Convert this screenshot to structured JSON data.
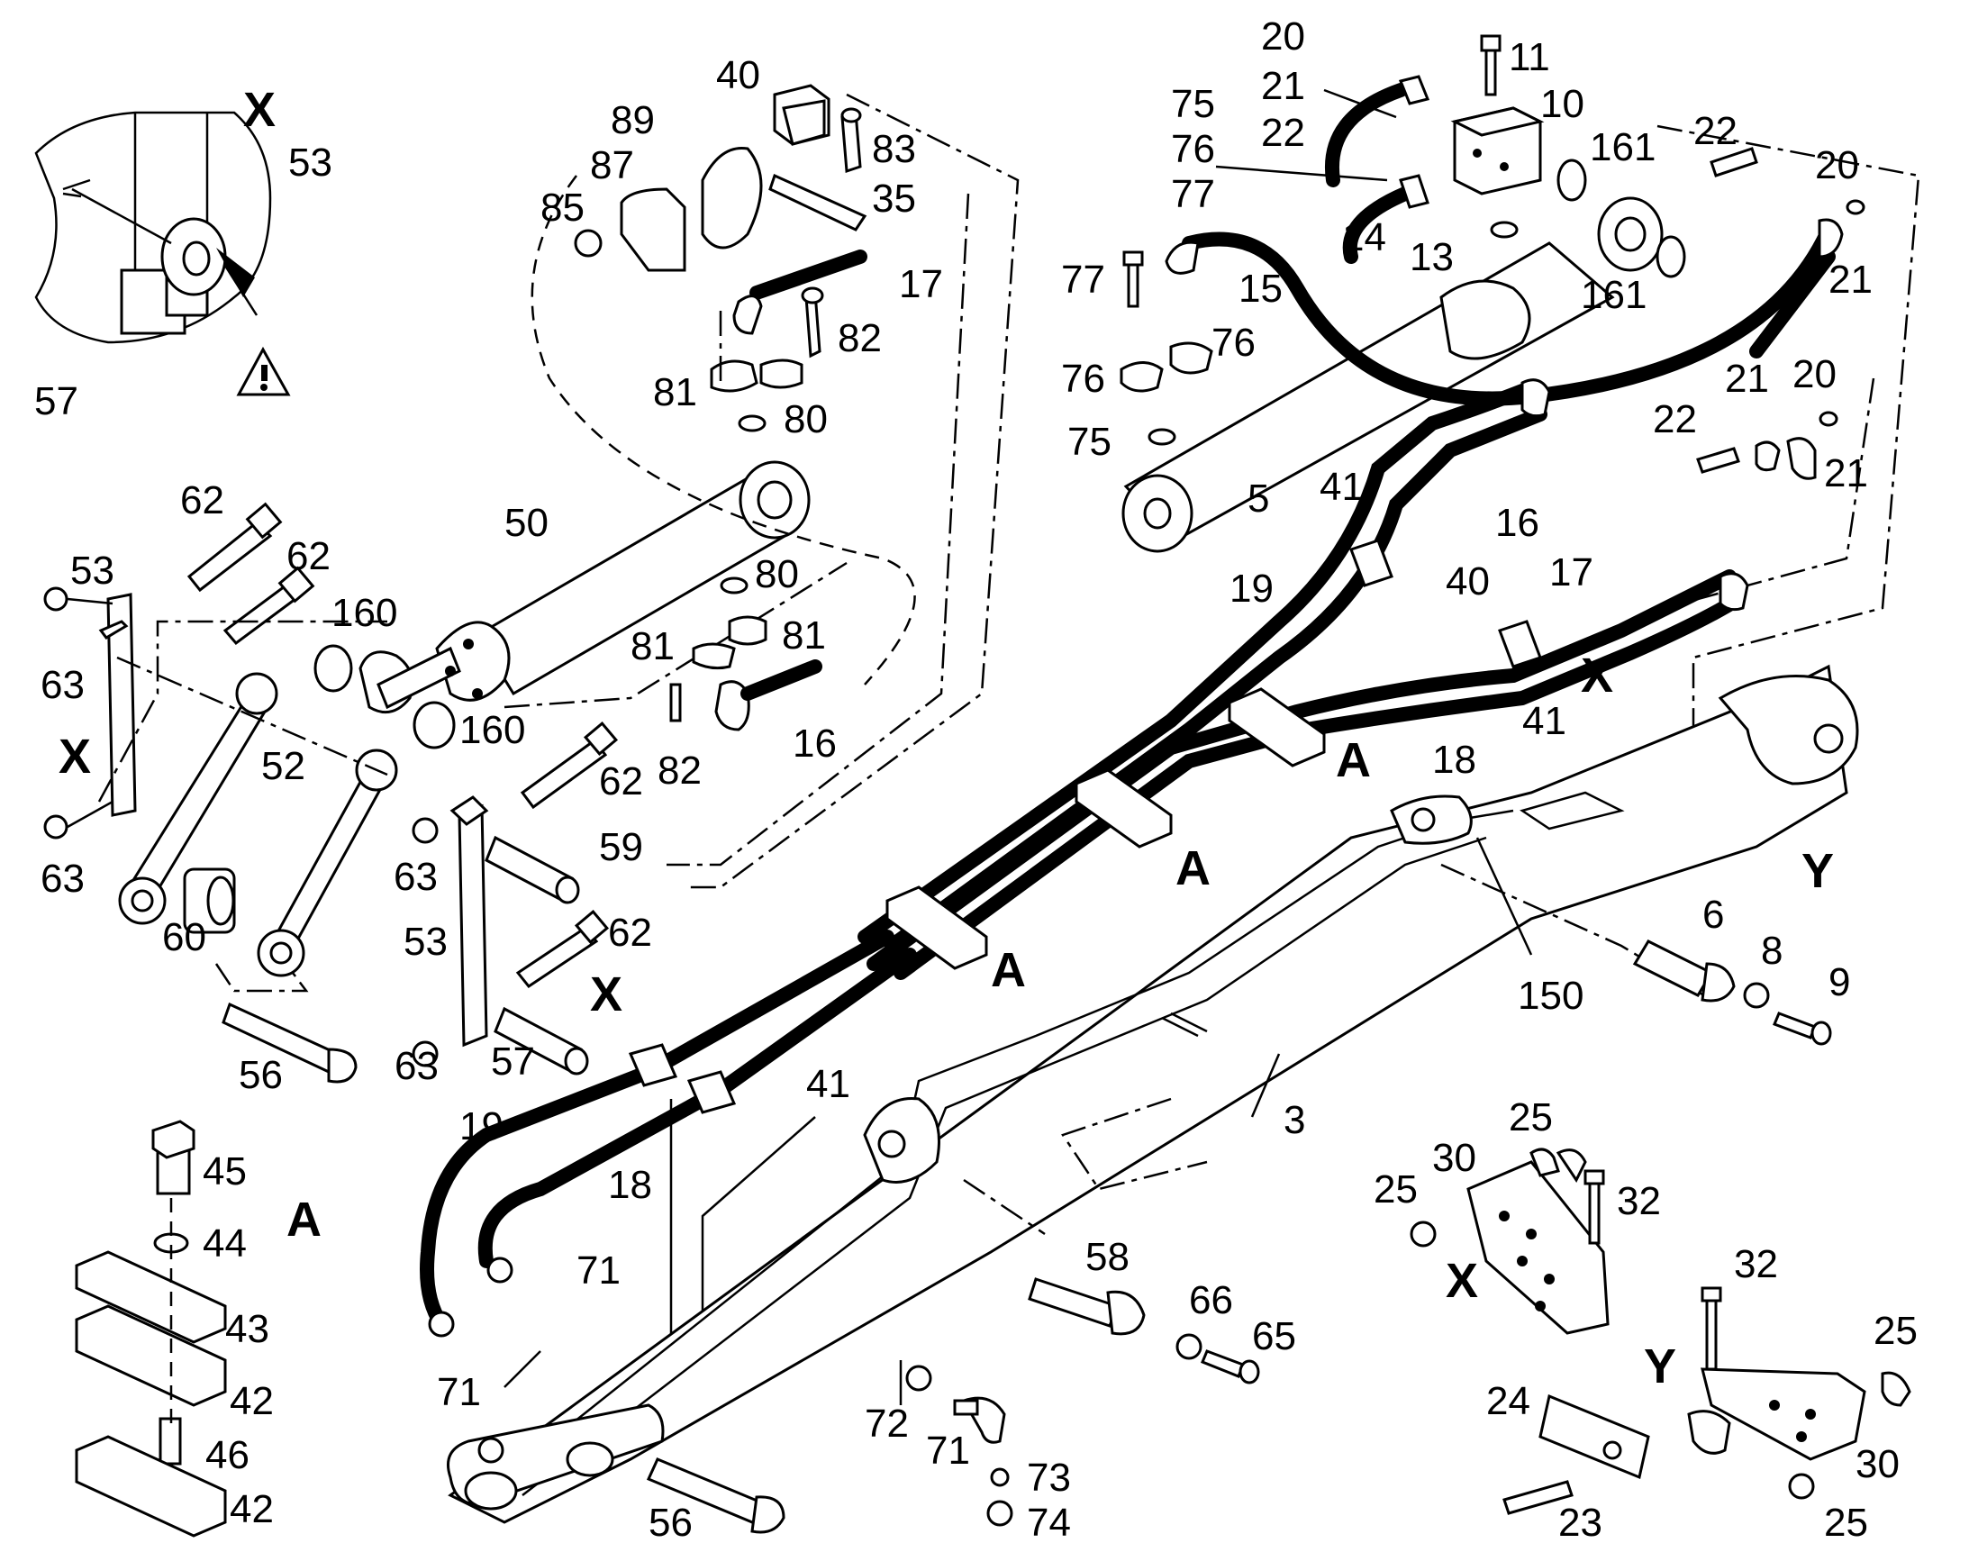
{
  "detail_letters": {
    "x_detail_title": "X",
    "x_left": "X",
    "x_middle": "X",
    "x_boom": "X",
    "x_bracket": "X",
    "y_boom": "Y",
    "y_bracket": "Y",
    "a_detail": "A",
    "a_clamp_1": "A",
    "a_clamp_2": "A",
    "a_clamp_3": "A"
  },
  "callouts": {
    "n3": "3",
    "n5": "5",
    "n6": "6",
    "n8": "8",
    "n9": "9",
    "n10": "10",
    "n11": "11",
    "n13": "13",
    "n14": "14",
    "n15": "15",
    "n16a": "16",
    "n16b": "16",
    "n17a": "17",
    "n17b": "17",
    "n18a": "18",
    "n18b": "18",
    "n19a": "19",
    "n19b": "19",
    "n20a": "20",
    "n20b": "20",
    "n20c": "20",
    "n21a": "21",
    "n21b": "21",
    "n21c": "21",
    "n21d": "21",
    "n22a": "22",
    "n22b": "22",
    "n22c": "22",
    "n23": "23",
    "n24": "24",
    "n25a": "25",
    "n25b": "25",
    "n25c": "25",
    "n25d": "25",
    "n30a": "30",
    "n30b": "30",
    "n32a": "32",
    "n32b": "32",
    "n35": "35",
    "n40a": "40",
    "n40b": "40",
    "n41a": "41",
    "n41b": "41",
    "n41c": "41",
    "n42a": "42",
    "n42b": "42",
    "n43": "43",
    "n44": "44",
    "n45": "45",
    "n46": "46",
    "n50": "50",
    "n52": "52",
    "n53a": "53",
    "n53b": "53",
    "n53c": "53",
    "n56a": "56",
    "n56b": "56",
    "n57a": "57",
    "n57b": "57",
    "n58": "58",
    "n59": "59",
    "n60": "60",
    "n62a": "62",
    "n62b": "62",
    "n62c": "62",
    "n62d": "62",
    "n63a": "63",
    "n63b": "63",
    "n63c": "63",
    "n63d": "63",
    "n65": "65",
    "n66": "66",
    "n71a": "71",
    "n71b": "71",
    "n71c": "71",
    "n72": "72",
    "n73": "73",
    "n74": "74",
    "n75a": "75",
    "n75b": "75",
    "n76a": "76",
    "n76b": "76",
    "n76c": "76",
    "n77a": "77",
    "n77b": "77",
    "n80a": "80",
    "n80b": "80",
    "n81a": "81",
    "n81b": "81",
    "n81c": "81",
    "n82a": "82",
    "n82b": "82",
    "n83": "83",
    "n85": "85",
    "n87": "87",
    "n89": "89",
    "n150": "150",
    "n160a": "160",
    "n160b": "160",
    "n161a": "161",
    "n161b": "161"
  },
  "icons": {
    "warning": "warning-triangle-icon"
  },
  "colors": {
    "ink": "#000000",
    "paper": "#ffffff"
  }
}
